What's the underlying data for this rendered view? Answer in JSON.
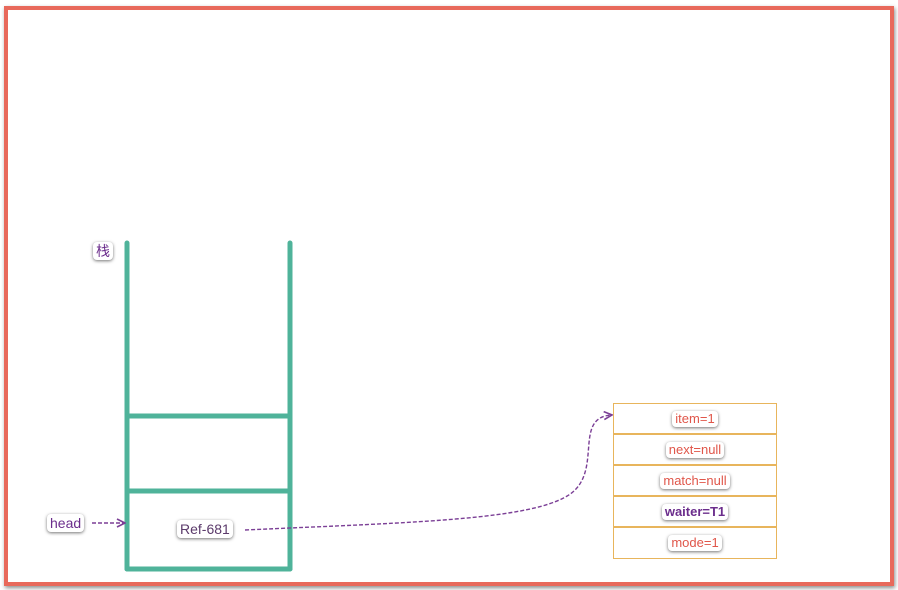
{
  "stack": {
    "title": "栈"
  },
  "head_label": "head",
  "ref_label": "Ref-681",
  "node": {
    "fields": [
      {
        "text": "item=1",
        "style": "red"
      },
      {
        "text": "next=null",
        "style": "red"
      },
      {
        "text": "match=null",
        "style": "red"
      },
      {
        "text": "waiter=T1",
        "style": "purple-bold"
      },
      {
        "text": "mode=1",
        "style": "red"
      }
    ]
  },
  "colors": {
    "frame": "#e8695b",
    "stack": "#4fb39a",
    "arrow": "#7b3f96",
    "node_border": "#e8b55c",
    "field_text": "#e0564a",
    "label_text": "#6b2d8c"
  }
}
